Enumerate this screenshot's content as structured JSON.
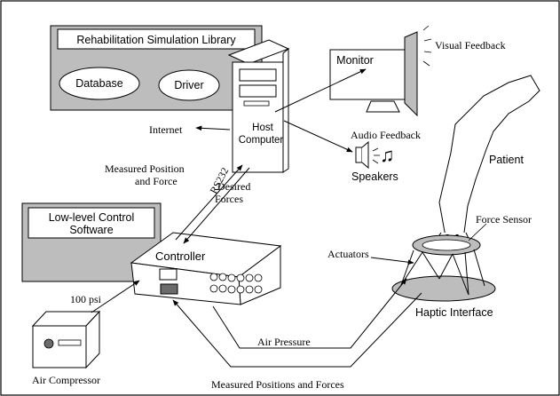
{
  "diagram": {
    "library_title": "Rehabilitation Simulation Library",
    "database_label": "Database",
    "driver_label": "Driver",
    "monitor_label": "Monitor",
    "visual_feedback_label": "Visual Feedback",
    "internet_label": "Internet",
    "host_computer_label_line1": "Host",
    "host_computer_label_line2": "Computer",
    "audio_feedback_label": "Audio Feedback",
    "speakers_label": "Speakers",
    "music_note_glyph": "♫",
    "patient_label": "Patient",
    "measured_position_force_line1": "Measured Position",
    "measured_position_force_line2": "and Force",
    "rs232_label": "RS232",
    "desired_forces_line1": "Desired",
    "desired_forces_line2": "Forces",
    "low_level_software_line1": "Low-level Control",
    "low_level_software_line2": "Software",
    "controller_label": "Controller",
    "force_sensor_label": "Force Sensor",
    "actuators_label": "Actuators",
    "psi_label": "100 psi",
    "haptic_interface_label": "Haptic Interface",
    "air_pressure_label": "Air Pressure",
    "air_compressor_label": "Air Compressor",
    "measured_positions_forces_label": "Measured Positions and Forces"
  }
}
